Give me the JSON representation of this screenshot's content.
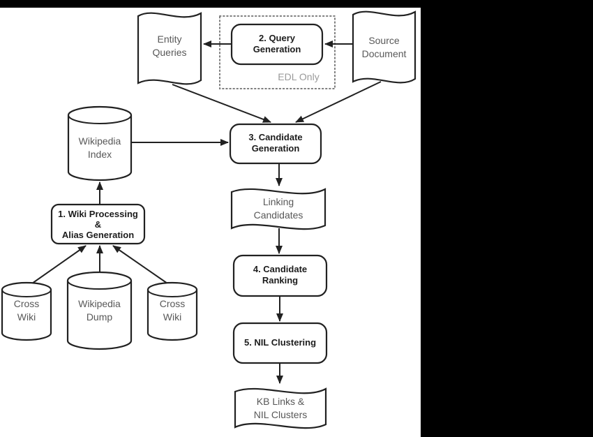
{
  "colors": {
    "bg": "#000000",
    "page": "#ffffff",
    "stroke": "#212121",
    "ink": "#1c1c1c",
    "gray_text": "#585858",
    "muted": "#9a9a9a",
    "muted2": "#7d7d7d"
  },
  "nodes": {
    "entity_queries": {
      "type": "tape",
      "lines": [
        "Entity",
        "Queries"
      ]
    },
    "query_generation": {
      "type": "process",
      "lines": [
        "2. Query",
        "Generation"
      ]
    },
    "source_document": {
      "type": "tape",
      "lines": [
        "Source",
        "Document"
      ]
    },
    "edl_group": {
      "type": "group",
      "label": "EDL Only"
    },
    "candidate_generation": {
      "type": "process",
      "lines": [
        "3. Candidate",
        "Generation"
      ]
    },
    "wikipedia_index": {
      "type": "datastore",
      "lines": [
        "Wikipedia",
        "Index"
      ]
    },
    "wiki_processing": {
      "type": "process",
      "lines": [
        "1. Wiki Processing",
        "&",
        "Alias Generation"
      ]
    },
    "cross_wiki_left": {
      "type": "datastore",
      "lines": [
        "Cross",
        "Wiki"
      ]
    },
    "wikipedia_dump": {
      "type": "datastore",
      "lines": [
        "Wikipedia",
        "Dump"
      ]
    },
    "cross_wiki_right": {
      "type": "datastore",
      "lines": [
        "Cross",
        "Wiki"
      ]
    },
    "linking_candidates": {
      "type": "tape",
      "lines": [
        "Linking",
        "Candidates"
      ]
    },
    "candidate_ranking": {
      "type": "process",
      "lines": [
        "4. Candidate",
        "Ranking"
      ]
    },
    "nil_clustering": {
      "type": "process",
      "lines": [
        "5. NIL Clustering"
      ]
    },
    "kb_links": {
      "type": "tape",
      "lines": [
        "KB Links &",
        "NIL Clusters"
      ]
    }
  }
}
